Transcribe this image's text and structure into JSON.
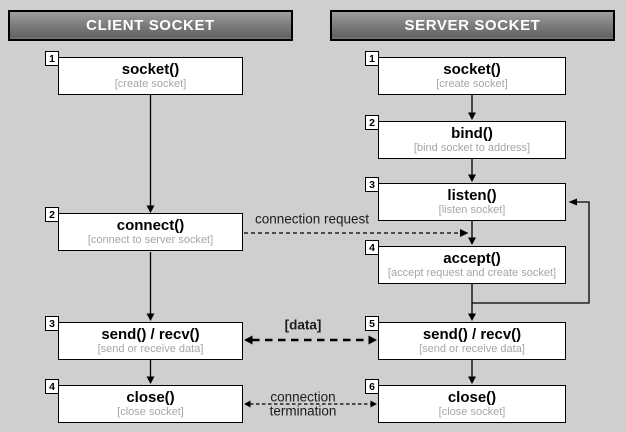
{
  "client": {
    "header": "CLIENT SOCKET",
    "steps": [
      {
        "num": "1",
        "title": "socket()",
        "subtitle": "[create socket]"
      },
      {
        "num": "2",
        "title": "connect()",
        "subtitle": "[connect to server socket]"
      },
      {
        "num": "3",
        "title": "send() / recv()",
        "subtitle": "[send or receive data]"
      },
      {
        "num": "4",
        "title": "close()",
        "subtitle": "[close socket]"
      }
    ]
  },
  "server": {
    "header": "SERVER SOCKET",
    "steps": [
      {
        "num": "1",
        "title": "socket()",
        "subtitle": "[create socket]"
      },
      {
        "num": "2",
        "title": "bind()",
        "subtitle": "[bind socket to address]"
      },
      {
        "num": "3",
        "title": "listen()",
        "subtitle": "[listen socket]"
      },
      {
        "num": "4",
        "title": "accept()",
        "subtitle": "[accept request and create socket]"
      },
      {
        "num": "5",
        "title": "send() / recv()",
        "subtitle": "[send or receive data]"
      },
      {
        "num": "6",
        "title": "close()",
        "subtitle": "[close socket]"
      }
    ]
  },
  "labels": {
    "connection_request": "connection request",
    "data": "[data]",
    "termination_line1": "connection",
    "termination_line2": "termination"
  },
  "colors": {
    "background": "#cfcfcf",
    "box_background": "#ffffff",
    "box_border": "#000000",
    "subtitle_text": "#a6a6a6",
    "header_gradient_top": "#9e9e9e",
    "header_gradient_bottom": "#646464",
    "header_text": "#ffffff",
    "arrow": "#000000"
  }
}
